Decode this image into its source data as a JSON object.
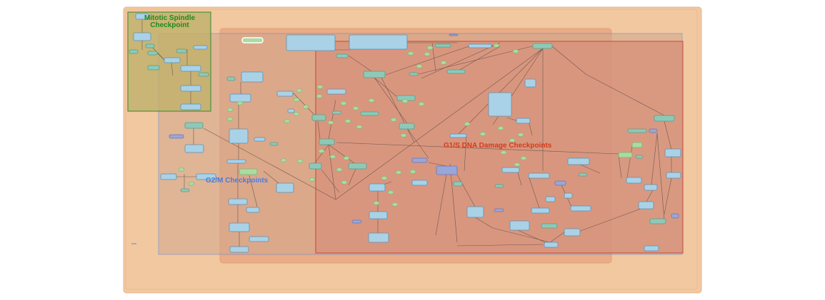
{
  "diagram": {
    "regions": {
      "outer": {
        "label": ""
      },
      "mitotic_spindle": {
        "label_line1": "Mitotic Spindle",
        "label_line2": "Checkpoint",
        "color": "#1e8a1e"
      },
      "g2m": {
        "label": "G2/M Checkpoints",
        "color": "#4a7be0"
      },
      "g1s": {
        "label": "G1/S DNA Damage Checkpoints",
        "color": "#d63a1a"
      }
    },
    "colors": {
      "outer_fill": "#f1c8a0",
      "inner_fill": "#e8a882",
      "g1s_fill": "#d99478",
      "node_blue": "#a9d2e6",
      "node_teal": "#8ec9b8",
      "node_green": "#a8dca0",
      "node_purple": "#9aa6d8",
      "edge": "#6b5a4e"
    }
  }
}
